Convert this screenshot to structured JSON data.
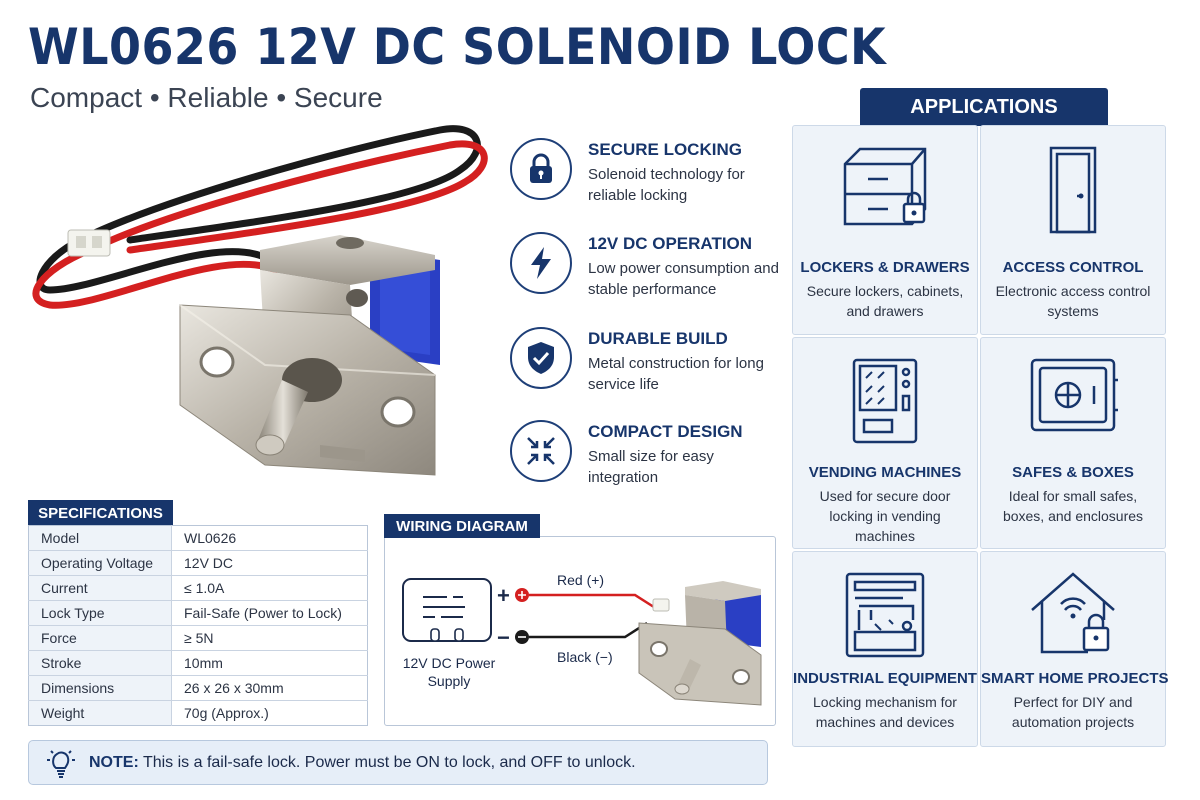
{
  "header": {
    "title": "WL0626 12V DC SOLENOID LOCK",
    "subtitle": "Compact • Reliable • Secure"
  },
  "features": [
    {
      "title": "SECURE LOCKING",
      "desc": "Solenoid technology for reliable locking",
      "icon": "padlock-icon"
    },
    {
      "title": "12V DC OPERATION",
      "desc": "Low power consumption and stable performance",
      "icon": "lightning-bolt-icon"
    },
    {
      "title": "DURABLE BUILD",
      "desc": "Metal construction for long service life",
      "icon": "shield-check-icon"
    },
    {
      "title": "COMPACT DESIGN",
      "desc": "Small size for easy integration",
      "icon": "compress-arrows-icon"
    }
  ],
  "applications": {
    "header": "APPLICATIONS",
    "items": [
      {
        "title": "LOCKERS & DRAWERS",
        "desc": "Secure lockers, cabinets, and drawers",
        "icon": "drawer-cabinet-icon"
      },
      {
        "title": "ACCESS CONTROL",
        "desc": "Electronic access control systems",
        "icon": "door-icon"
      },
      {
        "title": "VENDING MACHINES",
        "desc": "Used for secure door locking in vending machines",
        "icon": "vending-machine-icon"
      },
      {
        "title": "SAFES & BOXES",
        "desc": "Ideal for small safes, boxes, and enclosures",
        "icon": "safe-icon"
      },
      {
        "title": "INDUSTRIAL EQUIPMENT",
        "desc": "Locking mechanism for machines and devices",
        "icon": "control-panel-icon"
      },
      {
        "title": "SMART HOME PROJECTS",
        "desc": "Perfect for DIY and automation projects",
        "icon": "smart-home-icon"
      }
    ]
  },
  "specifications": {
    "header": "SPECIFICATIONS",
    "rows": [
      {
        "key": "Model",
        "value": "WL0626"
      },
      {
        "key": "Operating Voltage",
        "value": "12V DC"
      },
      {
        "key": "Current",
        "value": "≤ 1.0A"
      },
      {
        "key": "Lock Type",
        "value": "Fail-Safe (Power to Lock)"
      },
      {
        "key": "Force",
        "value": "≥ 5N"
      },
      {
        "key": "Stroke",
        "value": "10mm"
      },
      {
        "key": "Dimensions",
        "value": "26 x 26 x 30mm"
      },
      {
        "key": "Weight",
        "value": "70g (Approx.)"
      }
    ]
  },
  "wiring": {
    "header": "WIRING DIAGRAM",
    "red_label": "Red (+)",
    "black_label": "Black (−)",
    "plus": "+",
    "minus": "−",
    "supply_label": "12V DC Power Supply"
  },
  "note": {
    "label": "NOTE:",
    "text": "This is a fail-safe lock. Power must be ON to lock, and OFF to unlock."
  },
  "colors": {
    "navy": "#17356b",
    "panel": "#eef3f9",
    "red_wire": "#d42020",
    "black_wire": "#1a1a1a",
    "coil_blue": "#2a3fc4"
  }
}
